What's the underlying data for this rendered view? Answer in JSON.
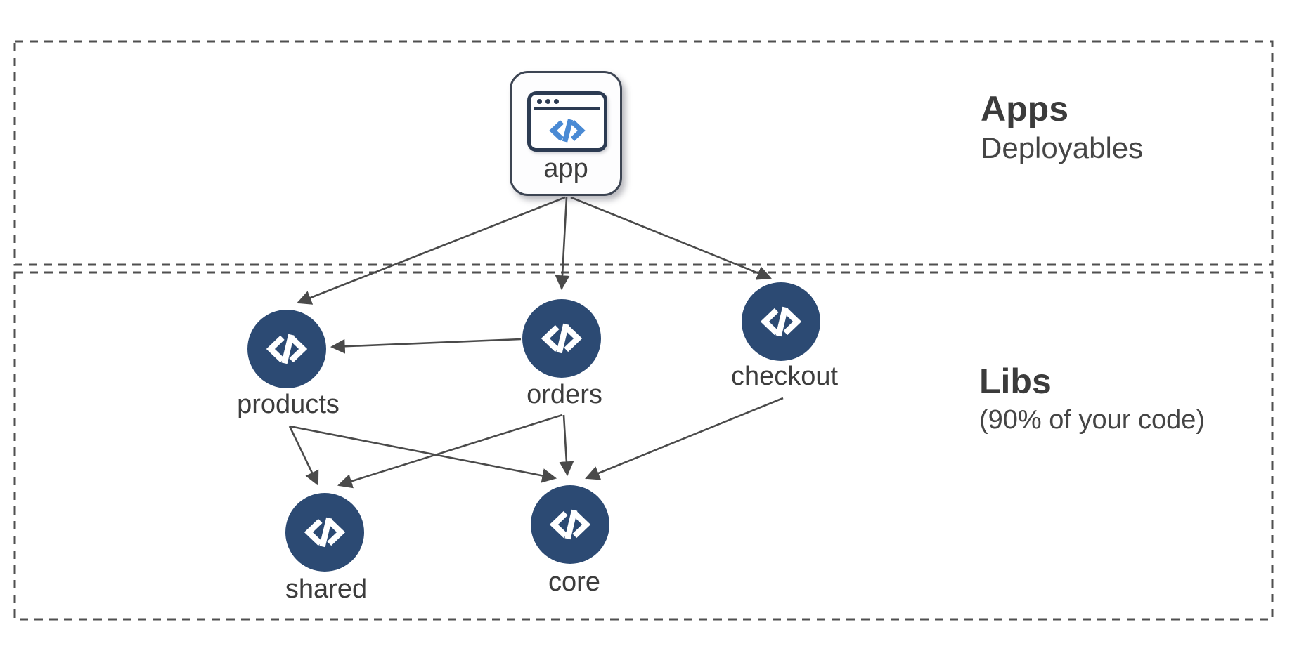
{
  "diagram": {
    "regions": {
      "apps": {
        "title": "Apps",
        "subtitle": "Deployables"
      },
      "libs": {
        "title": "Libs",
        "subtitle": "(90% of your code)"
      }
    },
    "app_node": {
      "label": "app",
      "icon": "browser-code-icon",
      "glyph": "</>"
    },
    "lib_nodes": [
      {
        "id": "products",
        "label": "products",
        "icon": "code-icon"
      },
      {
        "id": "orders",
        "label": "orders",
        "icon": "code-icon"
      },
      {
        "id": "checkout",
        "label": "checkout",
        "icon": "code-icon"
      },
      {
        "id": "shared",
        "label": "shared",
        "icon": "code-icon"
      },
      {
        "id": "core",
        "label": "core",
        "icon": "code-icon"
      }
    ],
    "edges": [
      {
        "from": "app",
        "to": "products"
      },
      {
        "from": "app",
        "to": "orders"
      },
      {
        "from": "app",
        "to": "checkout"
      },
      {
        "from": "orders",
        "to": "products"
      },
      {
        "from": "products",
        "to": "shared"
      },
      {
        "from": "products",
        "to": "core"
      },
      {
        "from": "orders",
        "to": "shared"
      },
      {
        "from": "orders",
        "to": "core"
      },
      {
        "from": "checkout",
        "to": "core"
      }
    ],
    "colors": {
      "node_fill": "#2c4a73",
      "glyph_white": "#ffffff",
      "browser_glyph_blue": "#4a8ad4",
      "line_gray": "#4a4a4a",
      "text_dark": "#3d3d3d",
      "card_border": "#3d4553",
      "region_border": "#4f4f4f"
    }
  }
}
